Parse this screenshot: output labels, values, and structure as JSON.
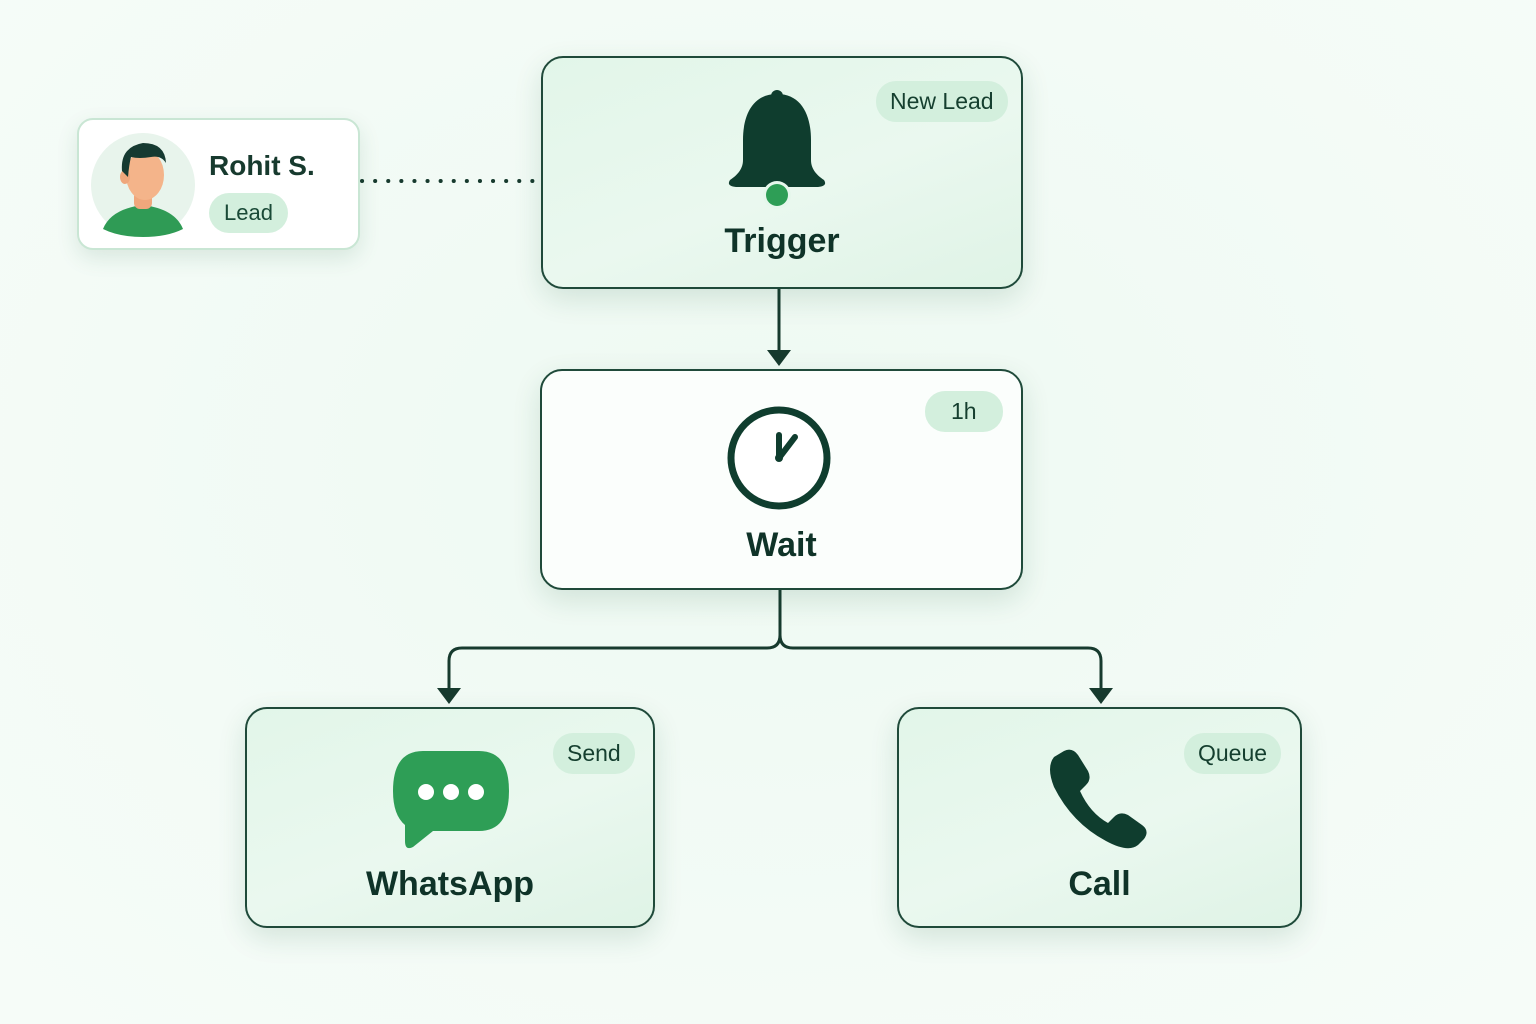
{
  "lead": {
    "name": "Rohit S.",
    "tag": "Lead"
  },
  "nodes": {
    "trigger": {
      "title": "Trigger",
      "badge": "New Lead",
      "icon": "bell-icon"
    },
    "wait": {
      "title": "Wait",
      "badge": "1h",
      "icon": "clock-icon"
    },
    "whatsapp": {
      "title": "WhatsApp",
      "badge": "Send",
      "icon": "chat-bubble-icon"
    },
    "call": {
      "title": "Call",
      "badge": "Queue",
      "icon": "phone-icon"
    }
  },
  "colors": {
    "dark": "#0f3d2e",
    "accent": "#2e9e56",
    "badge_bg": "#d3efdd"
  }
}
